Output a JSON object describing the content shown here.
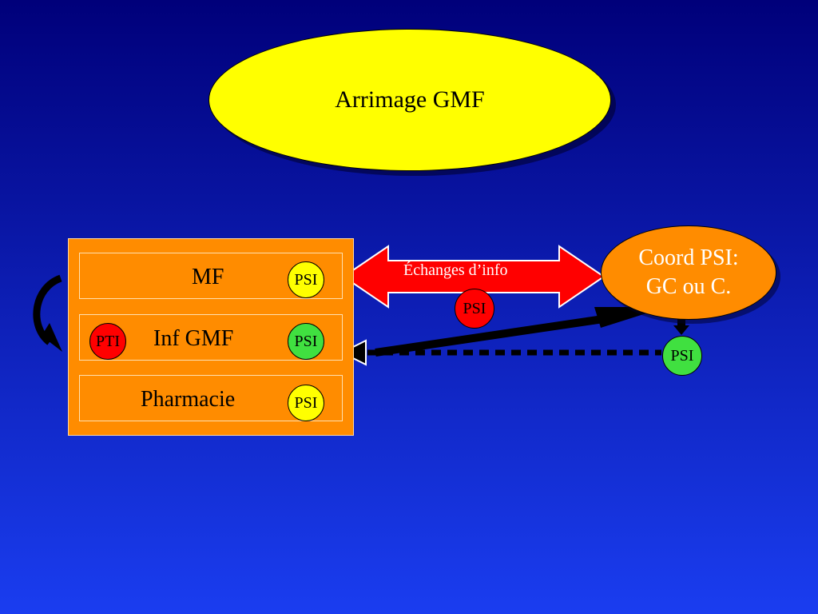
{
  "title": "Arrimage GMF",
  "rows": [
    {
      "label": "MF",
      "psi": "PSI",
      "psi_color": "#ffff00"
    },
    {
      "label": "Inf GMF",
      "pti": "PTI",
      "psi": "PSI",
      "psi_color": "#40e040"
    },
    {
      "label": "Pharmacie",
      "psi": "PSI",
      "psi_color": "#ffff00"
    }
  ],
  "exchange_label": "Échanges d’info",
  "exchange_psi": "PSI",
  "coord": {
    "line1": "Coord PSI:",
    "line2": "GC ou C."
  },
  "coord_psi": "PSI",
  "colors": {
    "orange": "#ff8c00",
    "yellow": "#ffff00",
    "green": "#40e040",
    "red": "#ff0000"
  }
}
